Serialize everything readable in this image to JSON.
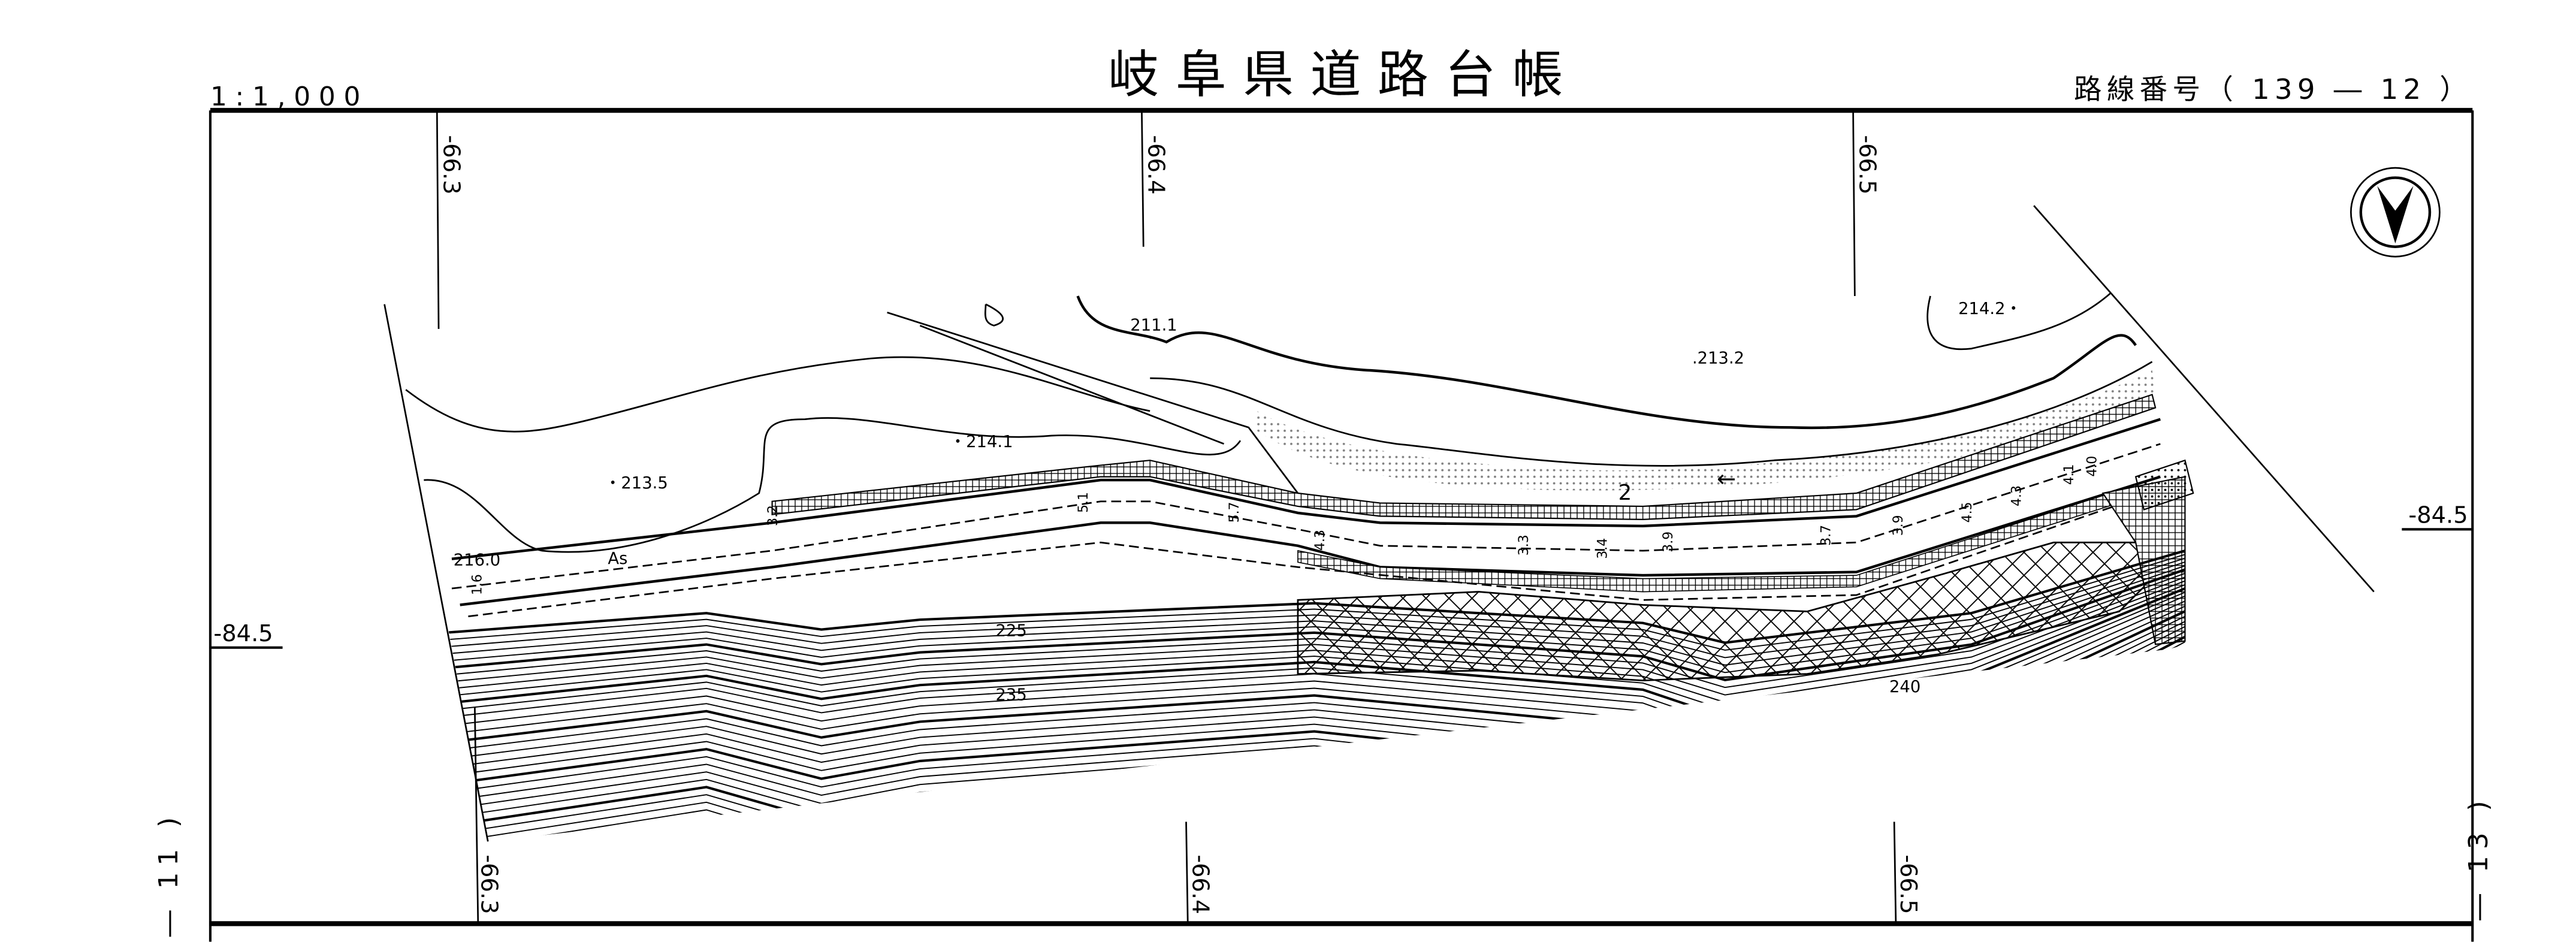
{
  "header": {
    "scale": "1:1,000",
    "title": "岐阜県道路台帳",
    "route_number": "路線番号（ 139 ― 12 ）"
  },
  "grid": {
    "top_labels": [
      "-66.3",
      "-66.4",
      "-66.5"
    ],
    "bottom_labels": [
      "-66.3",
      "-66.4",
      "-66.5"
    ],
    "left_label": "-84.5",
    "right_label": "-84.5"
  },
  "adjacent_sheets": {
    "left": "― 11 )",
    "right": "― 13 )"
  },
  "map": {
    "elevations": [
      "211.1",
      ".213.2",
      "214.2・",
      "・214.1",
      "・213.5",
      "216.0"
    ],
    "contours": [
      "225",
      "235",
      "240"
    ],
    "pavement": "As",
    "river_number": "2",
    "widths": [
      "3.2",
      "5.1",
      "5.7",
      "4.3",
      "3.3",
      "3.4",
      "3.9",
      "3.7",
      "3.9",
      "4.5",
      "4.3",
      "4.1",
      "4.0",
      "1.6"
    ]
  },
  "icons": {
    "north": "north-arrow-icon"
  }
}
